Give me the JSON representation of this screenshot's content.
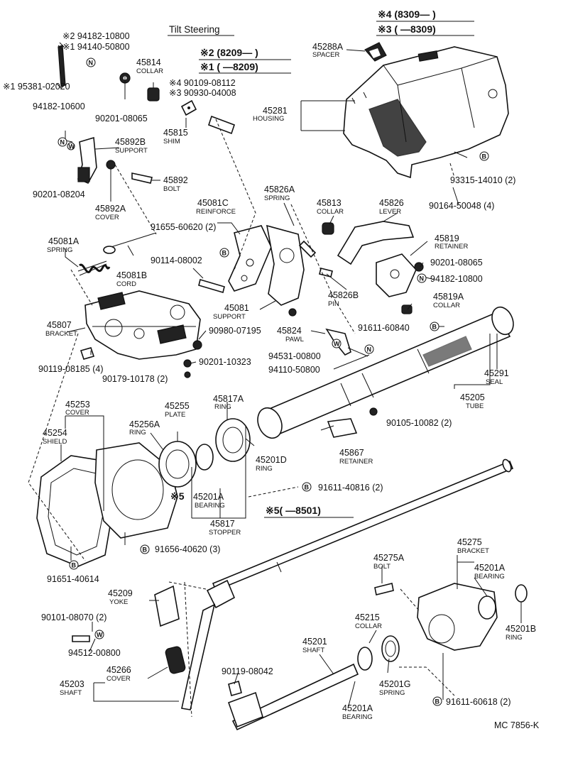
{
  "title": "Tilt Steering",
  "notes": {
    "n4": "※4 (8309—      )",
    "n3": "※3 (      —8309)",
    "n2": "※2 (8209—      )",
    "n1": "※1 (      —8209)",
    "n5": "※5(      —8501)",
    "n5b": "※5"
  },
  "labels": {
    "p94182_10800a": "※2 94182-10800",
    "p94140_50800": "※1 94140-50800",
    "p95381": "※1 95381-02020",
    "p94182_10600": "94182-10600",
    "p45814": "45814",
    "p45814n": "COLLAR",
    "p90201_08065a": "90201-08065",
    "p90109": "※4 90109-08112",
    "p90930": "※3 90930-04008",
    "p45815": "45815",
    "p45815n": "SHIM",
    "p45892B": "45892B",
    "p45892Bn": "SUPPORT",
    "p45892": "45892",
    "p45892n": "BOLT",
    "p45892A": "45892A",
    "p45892An": "COVER",
    "p90201_08204": "90201-08204",
    "p45288A": "45288A",
    "p45288An": "SPACER",
    "p45281": "45281",
    "p45281n": "HOUSING",
    "p93315": "93315-14010 (2)",
    "p90164": "90164-50048 (4)",
    "p45081C": "45081C",
    "p45081Cn": "REINFORCE",
    "p45826A": "45826A",
    "p45826An": "SPRING",
    "p45813": "45813",
    "p45813n": "COLLAR",
    "p45826": "45826",
    "p45826n": "LEVER",
    "p91655": "91655-60620 (2)",
    "p45081A": "45081A",
    "p45081An": "SPRING",
    "p45081B": "45081B",
    "p45081Bn": "CORD",
    "p90114": "90114-08002",
    "p45819": "45819",
    "p45819n": "RETAINER",
    "p90201_08065b": "90201-08065",
    "p94182_10800b": "94182-10800",
    "p45826B": "45826B",
    "p45826Bn": "PIN",
    "p45819A": "45819A",
    "p45819An": "COLLAR",
    "p45081": "45081",
    "p45081n": "SUPPORT",
    "p45807": "45807",
    "p45807n": "BRACKET",
    "p90980": "90980-07195",
    "p45824": "45824",
    "p45824n": "PAWL",
    "p91611_60840": "91611-60840",
    "p94531": "94531-00800",
    "p94110": "94110-50800",
    "p90201_10323": "90201-10323",
    "p90119_08185": "90119-08185 (4)",
    "p90179": "90179-10178 (2)",
    "p45291": "45291",
    "p45291n": "SEAL",
    "p45205": "45205",
    "p45205n": "TUBE",
    "p45253": "45253",
    "p45253n": "COVER",
    "p45254": "45254",
    "p45254n": "SHIELD",
    "p45255": "45255",
    "p45255n": "PLATE",
    "p45256A": "45256A",
    "p45256An": "RING",
    "p45817A": "45817A",
    "p45817An": "RING",
    "p90105": "90105-10082 (2)",
    "p45201D": "45201D",
    "p45201Dn": "RING",
    "p45867": "45867",
    "p45867n": "RETAINER",
    "p45201Aa": "45201A",
    "p45201Aan": "BEARING",
    "p91611_40816": "91611-40816 (2)",
    "p45817": "45817",
    "p45817n": "STOPPER",
    "p91656": "91656-40620 (3)",
    "p91651": "91651-40614",
    "p45209": "45209",
    "p45209n": "YOKE",
    "p90101": "90101-08070 (2)",
    "p94512": "94512-00800",
    "p45203": "45203",
    "p45203n": "SHAFT",
    "p45266": "45266",
    "p45266n": "COVER",
    "p90119_08042": "90119-08042",
    "p45275": "45275",
    "p45275n": "BRACKET",
    "p45275A": "45275A",
    "p45275An": "BOLT",
    "p45201Ab": "45201A",
    "p45201Abn": "BEARING",
    "p45215": "45215",
    "p45215n": "COLLAR",
    "p45201": "45201",
    "p45201n": "SHAFT",
    "p45201G": "45201G",
    "p45201Gn": "SPRING",
    "p45201Ac": "45201A",
    "p45201Acn": "BEARING",
    "p45201B": "45201B",
    "p45201Bn": "RING",
    "p91611_60618": "91611-60618 (2)",
    "code": "MC  7856-K"
  },
  "markers": {
    "N": "N",
    "W": "W",
    "B": "B"
  }
}
